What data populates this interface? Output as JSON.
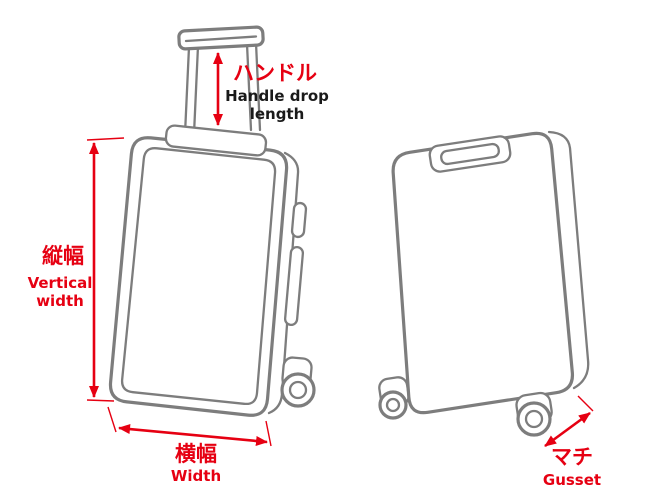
{
  "colors": {
    "annotation": "#e60012",
    "outline": "#7d7d7d",
    "text_dark": "#1a1a1a"
  },
  "labels": {
    "handle": {
      "jp": "ハンドル",
      "en1": "Handle drop",
      "en2": "length"
    },
    "vertical": {
      "jp": "縦幅",
      "en1": "Vertical",
      "en2": "width"
    },
    "width": {
      "jp": "横幅",
      "en": "Width"
    },
    "gusset": {
      "jp": "マチ",
      "en": "Gusset"
    }
  }
}
